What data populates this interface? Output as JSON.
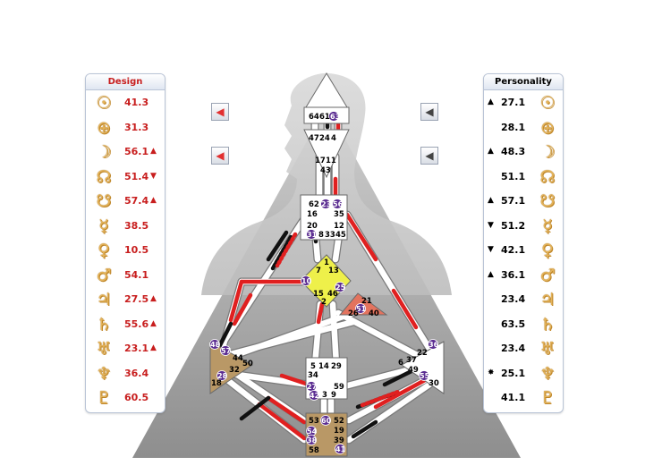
{
  "design": {
    "title": "Design",
    "rows": [
      {
        "icon": "sun-icon",
        "glyph": "☉",
        "value": "41.3",
        "arrow": ""
      },
      {
        "icon": "earth-icon",
        "glyph": "⊕",
        "value": "31.3",
        "arrow": ""
      },
      {
        "icon": "moon-icon",
        "glyph": "☽",
        "value": "56.1",
        "arrow": "▲"
      },
      {
        "icon": "north-node-icon",
        "glyph": "☊",
        "value": "51.4",
        "arrow": "▼"
      },
      {
        "icon": "south-node-icon",
        "glyph": "☋",
        "value": "57.4",
        "arrow": "▲"
      },
      {
        "icon": "mercury-icon",
        "glyph": "☿",
        "value": "38.5",
        "arrow": ""
      },
      {
        "icon": "venus-icon",
        "glyph": "♀",
        "value": "10.5",
        "arrow": ""
      },
      {
        "icon": "mars-icon",
        "glyph": "♂",
        "value": "54.1",
        "arrow": ""
      },
      {
        "icon": "jupiter-icon",
        "glyph": "♃",
        "value": "27.5",
        "arrow": "▲"
      },
      {
        "icon": "saturn-icon",
        "glyph": "♄",
        "value": "55.6",
        "arrow": "▲"
      },
      {
        "icon": "uranus-icon",
        "glyph": "♅",
        "value": "23.1",
        "arrow": "▲"
      },
      {
        "icon": "neptune-icon",
        "glyph": "♆",
        "value": "36.4",
        "arrow": ""
      },
      {
        "icon": "pluto-icon",
        "glyph": "♇",
        "value": "60.5",
        "arrow": ""
      }
    ]
  },
  "personality": {
    "title": "Personality",
    "rows": [
      {
        "icon": "sun-icon",
        "glyph": "☉",
        "value": "27.1",
        "arrow": "▲"
      },
      {
        "icon": "earth-icon",
        "glyph": "⊕",
        "value": "28.1",
        "arrow": ""
      },
      {
        "icon": "moon-icon",
        "glyph": "☽",
        "value": "48.3",
        "arrow": "▲"
      },
      {
        "icon": "north-node-icon",
        "glyph": "☊",
        "value": "51.1",
        "arrow": ""
      },
      {
        "icon": "south-node-icon",
        "glyph": "☋",
        "value": "57.1",
        "arrow": "▲"
      },
      {
        "icon": "mercury-icon",
        "glyph": "☿",
        "value": "51.2",
        "arrow": "▼"
      },
      {
        "icon": "venus-icon",
        "glyph": "♀",
        "value": "42.1",
        "arrow": "▼"
      },
      {
        "icon": "mars-icon",
        "glyph": "♂",
        "value": "36.1",
        "arrow": "▲"
      },
      {
        "icon": "jupiter-icon",
        "glyph": "♃",
        "value": "23.4",
        "arrow": ""
      },
      {
        "icon": "saturn-icon",
        "glyph": "♄",
        "value": "63.5",
        "arrow": ""
      },
      {
        "icon": "uranus-icon",
        "glyph": "♅",
        "value": "23.4",
        "arrow": ""
      },
      {
        "icon": "neptune-icon",
        "glyph": "♆",
        "value": "25.1",
        "arrow": "✸"
      },
      {
        "icon": "pluto-icon",
        "glyph": "♇",
        "value": "41.1",
        "arrow": ""
      }
    ]
  },
  "buttons": {
    "design_arrow_icon": "left-arrow-red-icon",
    "personality_arrow_icon": "left-arrow-gray-icon"
  },
  "colors": {
    "design": "#c81e1e",
    "personality": "#000000",
    "defined_center_yellow": "#eef04a",
    "defined_center_brown": "#b99866",
    "defined_center_salmon": "#e3735e",
    "gate_highlight": "#5b2d91"
  },
  "bodygraph": {
    "head": [
      "64",
      "61",
      "63"
    ],
    "ajna": [
      "47",
      "24",
      "4",
      "17",
      "11",
      "43"
    ],
    "throat": [
      "62",
      "23",
      "56",
      "16",
      "35",
      "20",
      "31",
      "8",
      "33",
      "45",
      "12"
    ],
    "g": [
      "1",
      "7",
      "13",
      "10",
      "25",
      "15",
      "46",
      "2"
    ],
    "ego": [
      "21",
      "51",
      "26",
      "40"
    ],
    "spleen": [
      "48",
      "57",
      "44",
      "50",
      "32",
      "28",
      "18"
    ],
    "sacral": [
      "5",
      "14",
      "29",
      "34",
      "27",
      "42",
      "3",
      "9",
      "59"
    ],
    "solar": [
      "36",
      "22",
      "6",
      "37",
      "49",
      "55",
      "30"
    ],
    "root": [
      "53",
      "60",
      "52",
      "54",
      "19",
      "38",
      "39",
      "58",
      "41"
    ]
  }
}
